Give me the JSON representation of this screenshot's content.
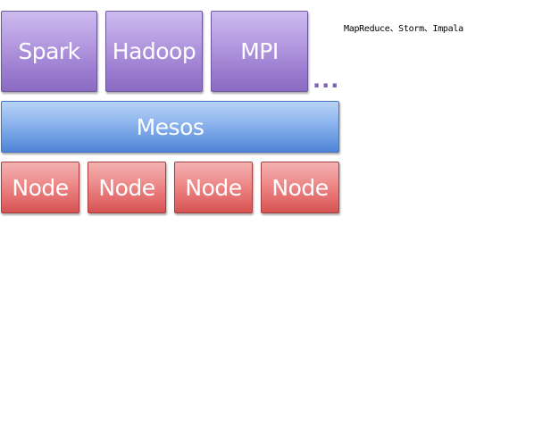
{
  "diagram": {
    "frameworks": [
      {
        "label": "Spark"
      },
      {
        "label": "Hadoop"
      },
      {
        "label": "MPI"
      }
    ],
    "more_frameworks": "...",
    "mesos_label": "Mesos",
    "nodes": [
      {
        "label": "Node"
      },
      {
        "label": "Node"
      },
      {
        "label": "Node"
      },
      {
        "label": "Node"
      }
    ]
  },
  "note": {
    "text": "MapReduce、Storm、Impala"
  },
  "colors": {
    "framework": "#9a7ccf",
    "mesos": "#6a9ae2",
    "node": "#e36b6b",
    "text": "#ffffff"
  }
}
